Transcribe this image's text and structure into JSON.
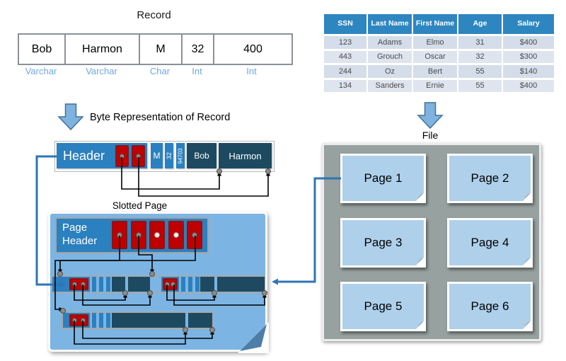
{
  "record": {
    "title": "Record",
    "fields": [
      {
        "value": "Bob",
        "type": "Varchar"
      },
      {
        "value": "Harmon",
        "type": "Varchar"
      },
      {
        "value": "M",
        "type": "Char"
      },
      {
        "value": "32",
        "type": "Int"
      },
      {
        "value": "400",
        "type": "Int"
      }
    ]
  },
  "employee_table": {
    "headers": [
      "SSN",
      "Last Name",
      "First Name",
      "Age",
      "Salary"
    ],
    "rows": [
      [
        "123",
        "Adams",
        "Elmo",
        "31",
        "$400"
      ],
      [
        "443",
        "Grouch",
        "Oscar",
        "32",
        "$300"
      ],
      [
        "244",
        "Oz",
        "Bert",
        "55",
        "$140"
      ],
      [
        "134",
        "Sanders",
        "Ernie",
        "55",
        "$400"
      ]
    ]
  },
  "byte_representation": {
    "caption": "Byte Representation of Record",
    "header_label": "Header",
    "cells": [
      "M",
      "32",
      "94703",
      "Bob",
      "Harmon"
    ]
  },
  "slotted_page": {
    "title": "Slotted Page",
    "header_label": "Page Header"
  },
  "file": {
    "label": "File",
    "pages": [
      "Page 1",
      "Page 2",
      "Page 3",
      "Page 4",
      "Page 5",
      "Page 6"
    ]
  },
  "colors": {
    "medium_blue": "#2b80bf",
    "navy": "#1d4a61",
    "page_blue": "#7cb5e3",
    "file_page_blue": "#aed0eb",
    "file_gray": "#97a19f",
    "slot_red": "#c00000",
    "type_label_blue": "#6fa8dc",
    "table_header_blue": "#2e86c1",
    "connector_blue": "#2e75b6",
    "arrow_fill_blue": "#7fb2df"
  }
}
